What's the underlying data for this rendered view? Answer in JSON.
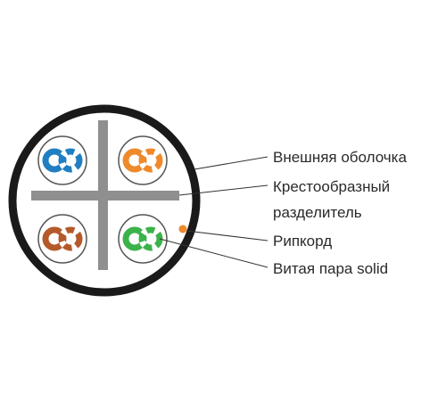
{
  "labels": {
    "outer_jacket": "Внешняя оболочка",
    "cross_separator_line1": "Крестообразный",
    "cross_separator_line2": "разделитель",
    "ripcord": "Рипкорд",
    "twisted_pair": "Витая пара solid"
  },
  "pairs": [
    {
      "name": "blue",
      "color": "#1f7fc2",
      "stripe_color": "#ffffff"
    },
    {
      "name": "orange",
      "color": "#ef8a2c",
      "stripe_color": "#ffffff"
    },
    {
      "name": "brown",
      "color": "#b45a2a",
      "stripe_color": "#ffffff"
    },
    {
      "name": "green",
      "color": "#3bb34a",
      "stripe_color": "#ffffff"
    }
  ],
  "colors": {
    "jacket_outline": "#1a1a1a",
    "separator": "#8f8f8f",
    "pair_outline": "#555555",
    "ripcord": "#ef8a2c",
    "leader_line": "#333333"
  }
}
